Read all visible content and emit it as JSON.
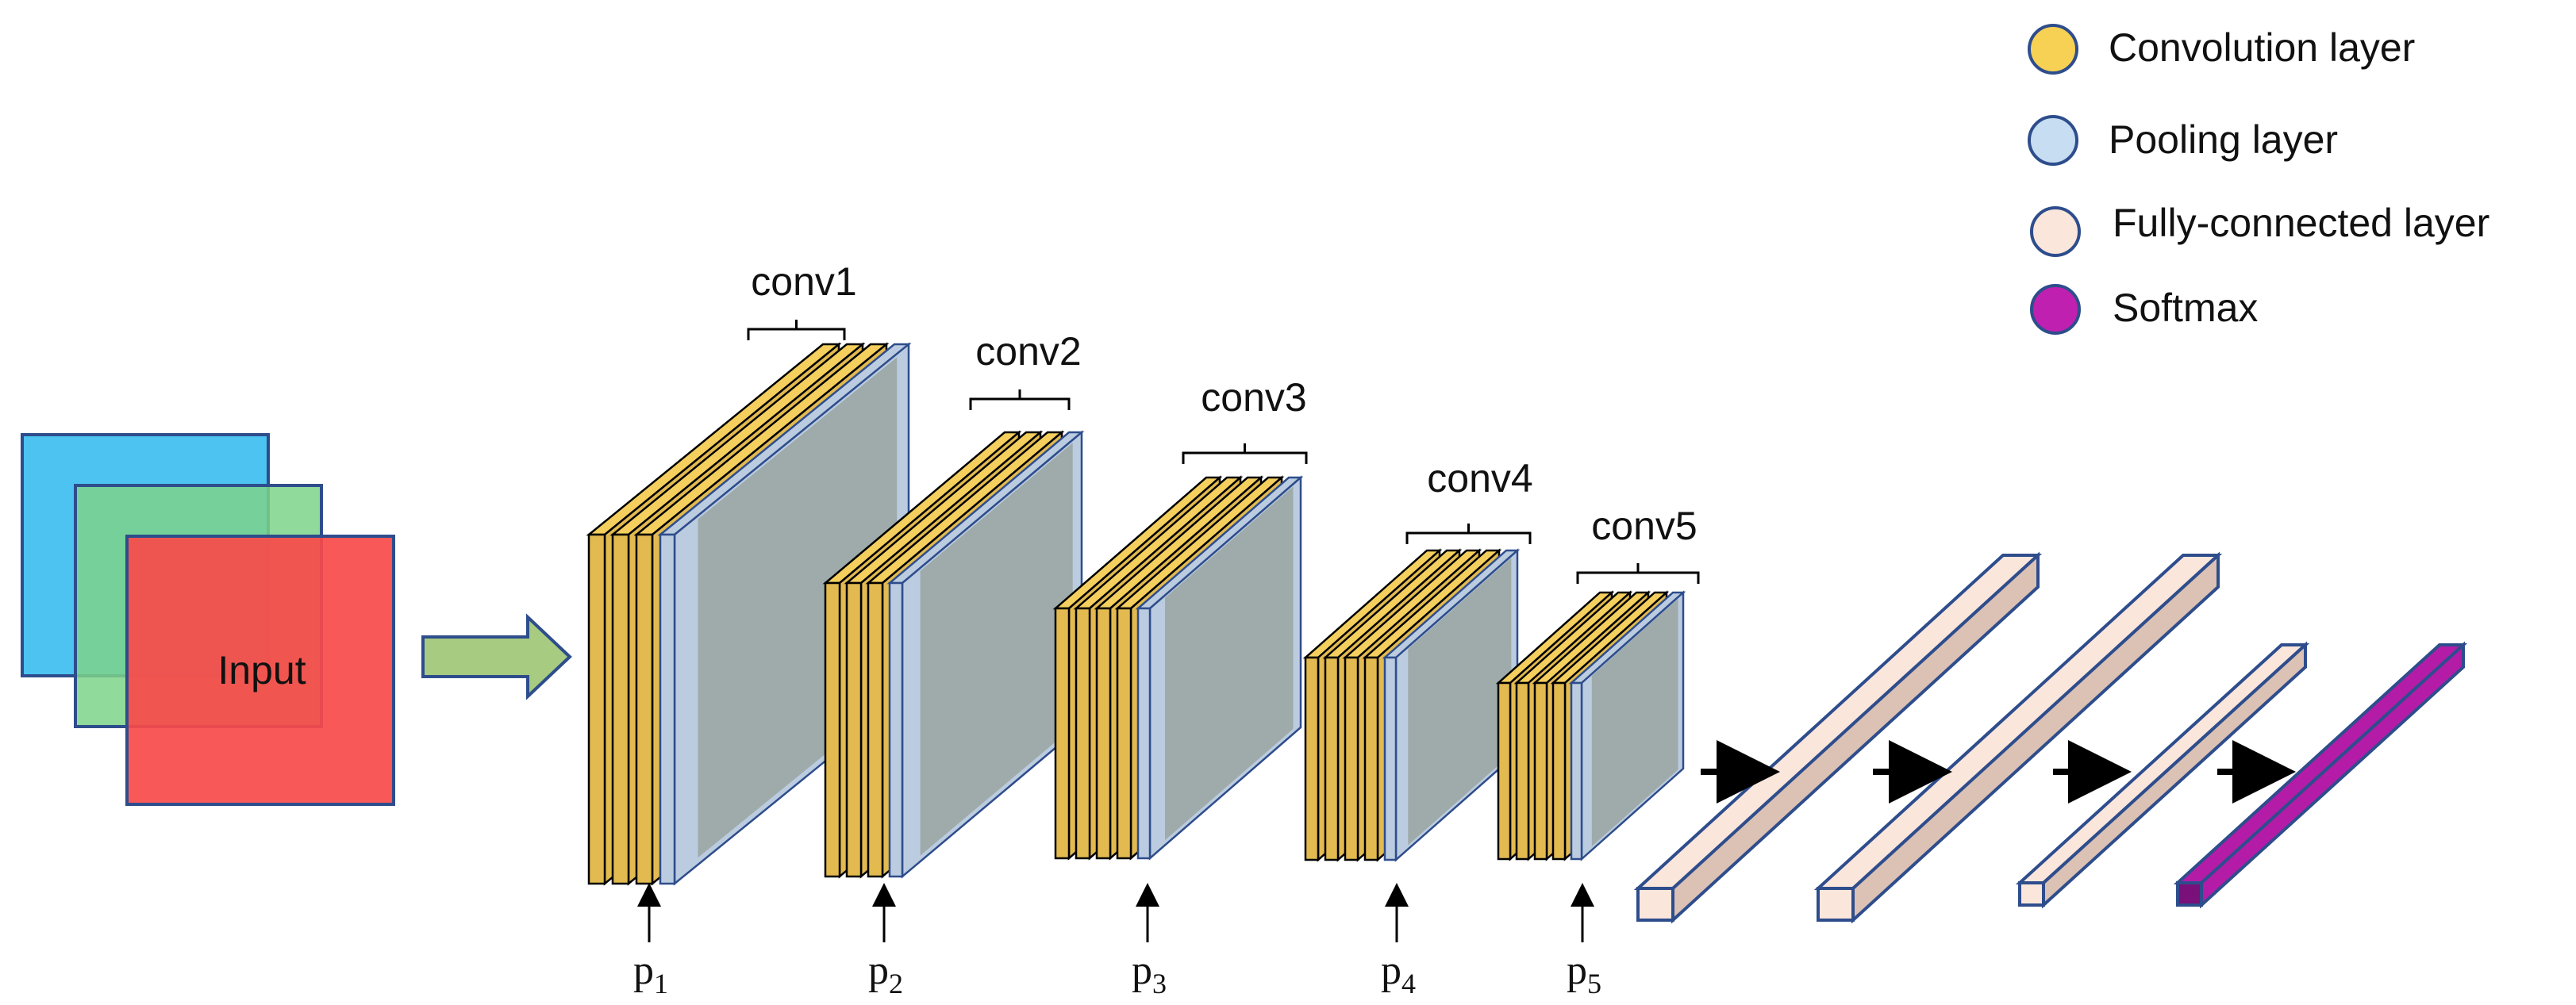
{
  "input": {
    "label": "Input"
  },
  "conv_groups": [
    {
      "label": "conv1",
      "pool": "p",
      "pool_sub": "1"
    },
    {
      "label": "conv2",
      "pool": "p",
      "pool_sub": "2"
    },
    {
      "label": "conv3",
      "pool": "p",
      "pool_sub": "3"
    },
    {
      "label": "conv4",
      "pool": "p",
      "pool_sub": "4"
    },
    {
      "label": "conv5",
      "pool": "p",
      "pool_sub": "5"
    }
  ],
  "legend": [
    {
      "label": "Convolution layer",
      "color": "#F7D154"
    },
    {
      "label": "Pooling layer",
      "color": "#C6DDF2"
    },
    {
      "label": "Fully-connected layer",
      "color": "#FBE6DC"
    },
    {
      "label": "Softmax",
      "color": "#C020B0"
    }
  ],
  "colors": {
    "input_blue": "#4CC3F0",
    "input_green": "#7DD38A",
    "input_red": "#F84A4A",
    "conv_front": "#E2BA50",
    "conv_top": "#F5CF5E",
    "pool_front": "#9EABAA",
    "pool_side": "#BCCCE0",
    "fc_face": "#FBE6DC",
    "fc_side": "#DCC2B4",
    "softmax": "#B41CA8",
    "softmax_dark": "#7A107A",
    "outline": "#2E4D8C",
    "arrow_green": "#A7CB80"
  }
}
